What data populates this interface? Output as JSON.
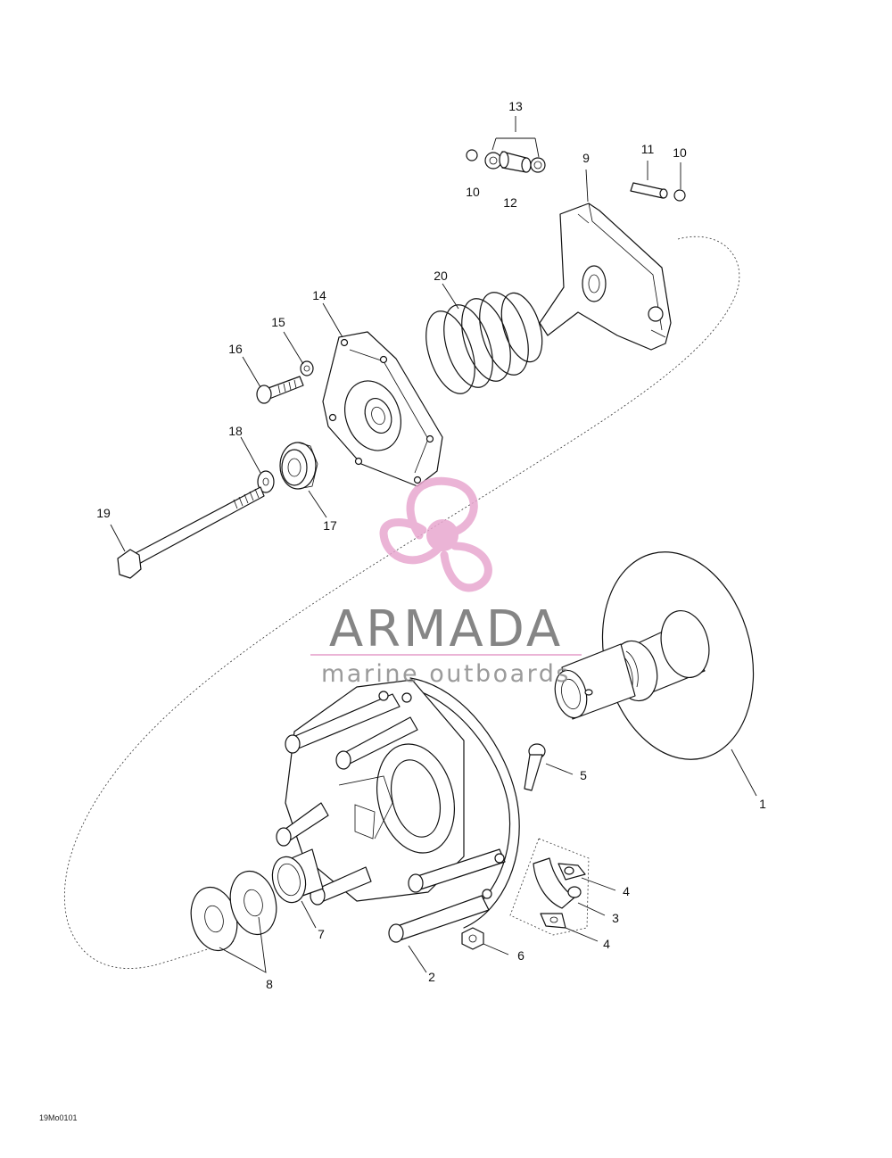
{
  "callouts": {
    "c1": "1",
    "c2": "2",
    "c3": "3",
    "c4a": "4",
    "c4b": "4",
    "c5": "5",
    "c6": "6",
    "c7": "7",
    "c8": "8",
    "c9": "9",
    "c10a": "10",
    "c10b": "10",
    "c11": "11",
    "c12": "12",
    "c13": "13",
    "c14": "14",
    "c15": "15",
    "c16": "16",
    "c17": "17",
    "c18": "18",
    "c19": "19",
    "c20": "20"
  },
  "watermark": {
    "brand": "ARMADA",
    "tagline": "marine outboards",
    "colors": {
      "pink": "#e8a7cf",
      "gray": "#707070"
    }
  },
  "drawing_code": "19Mo0101"
}
